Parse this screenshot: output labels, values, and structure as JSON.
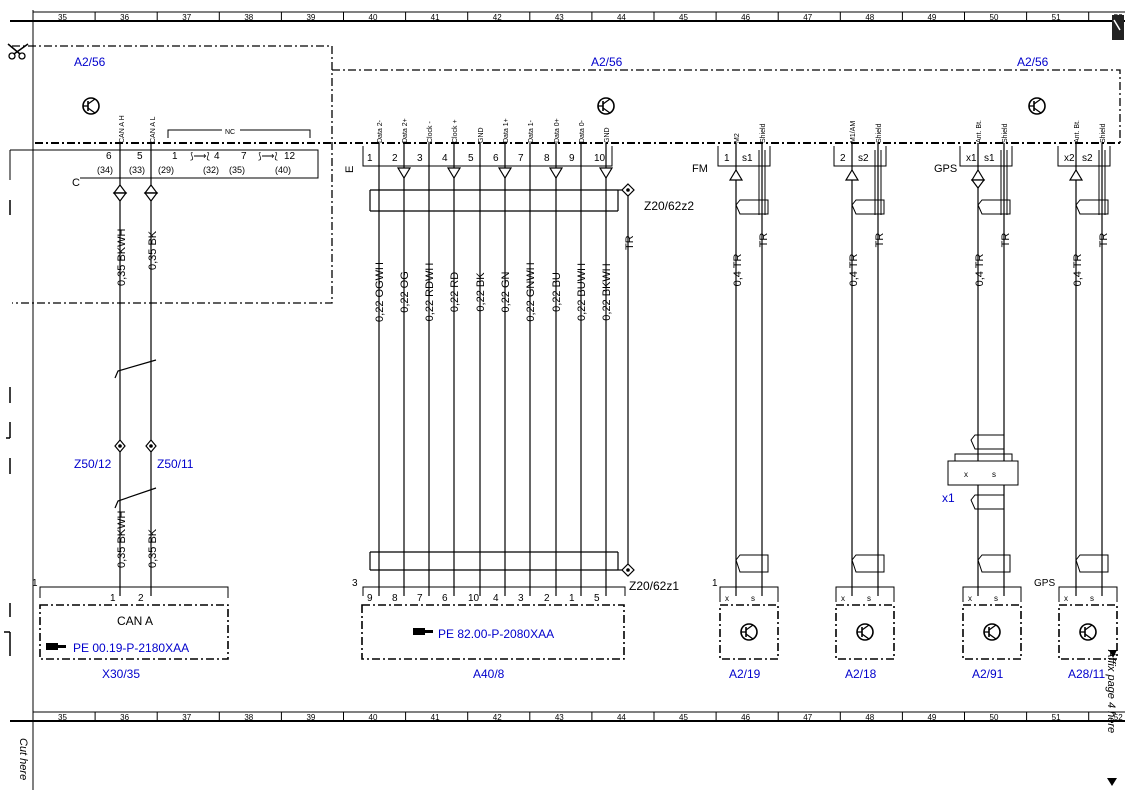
{
  "colors": {
    "line": "#000000",
    "ref": "#0000cc",
    "background": "#ffffff"
  },
  "grid": {
    "columns": [
      "35",
      "36",
      "37",
      "38",
      "39",
      "40",
      "41",
      "42",
      "43",
      "44",
      "45",
      "46",
      "47",
      "48",
      "49",
      "50",
      "51",
      "52"
    ]
  },
  "modules": {
    "left": "A2/56",
    "center": "A2/56",
    "right": "A2/56"
  },
  "left_connector": {
    "letter": "C",
    "pins": [
      "6",
      "5",
      "1",
      "4",
      "7",
      "12"
    ],
    "subpins": [
      "(34)",
      "(33)",
      "(29)",
      "(32)",
      "(35)",
      "(40)"
    ],
    "pin_labels": [
      "CAN A H",
      "CAN A L"
    ],
    "nc_label": "NC",
    "wires": [
      "0,35 BKWH",
      "0,35 BK"
    ],
    "wires_lower": [
      "0,35 BKWH",
      "0,35 BK"
    ],
    "junctions": [
      "Z50/12",
      "Z50/11"
    ],
    "bottom_pins": [
      "1",
      "2"
    ],
    "bottom_connector_num": "1",
    "device_name": "CAN A",
    "device_ref": "PE 00.19-P-2180XAA",
    "device_id": "X30/35"
  },
  "center_connector": {
    "letter": "E",
    "pins": [
      "1",
      "2",
      "3",
      "4",
      "5",
      "6",
      "7",
      "8",
      "9",
      "10"
    ],
    "pin_labels": [
      "Data 2-",
      "Data 2+",
      "Clock -",
      "Clock +",
      "GND",
      "Data 1+",
      "Data 1-",
      "Data 0+",
      "Data 0-",
      "GND"
    ],
    "wires": [
      "0,22 OGWH",
      "0,22 OG",
      "0,22 RDWH",
      "0,22 RD",
      "0,22 BK",
      "0,22 GN",
      "0,22 GNWH",
      "0,22 BU",
      "0,22 BUWH",
      "0,22 BKWH"
    ],
    "shield_wire": "TR",
    "junction_top": "Z20/62z2",
    "junction_bottom": "Z20/62z1",
    "bottom_connector_num": "3",
    "bottom_pins": [
      "9",
      "8",
      "7",
      "6",
      "10",
      "4",
      "3",
      "2",
      "1",
      "5"
    ],
    "device_ref": "PE 82.00-P-2080XAA",
    "device_id": "A40/8"
  },
  "antennas": [
    {
      "group": "FM",
      "pin": "1",
      "s": "s1",
      "labels": [
        "M2",
        "Shield"
      ],
      "wires": [
        "0,4 TR",
        "TR"
      ],
      "bottom_num": "1",
      "bottom_pins": [
        "x",
        "s"
      ],
      "device_id": "A2/19"
    },
    {
      "group": "",
      "pin": "2",
      "s": "s2",
      "labels": [
        "M1/AM",
        "Shield"
      ],
      "wires": [
        "0,4 TR",
        "TR"
      ],
      "bottom_num": "",
      "bottom_pins": [
        "x",
        "s"
      ],
      "device_id": "A2/18"
    },
    {
      "group": "GPS",
      "pin": "x1",
      "s": "s1",
      "labels": [
        "Ant. Bt.",
        "Shield"
      ],
      "wires": [
        "0,4 TR",
        "TR"
      ],
      "bottom_num": "",
      "bottom_pins": [
        "x",
        "s"
      ],
      "device_id": "A2/91"
    },
    {
      "group": "",
      "pin": "x2",
      "s": "s2",
      "labels": [
        "Ant. Bt.",
        "Shield"
      ],
      "wires": [
        "0,4 TR",
        "TR"
      ],
      "bottom_num": "GPS",
      "bottom_pins": [
        "x",
        "s"
      ],
      "device_id": "A28/11"
    }
  ],
  "x1_coupler": {
    "label": "x1",
    "pins": [
      "x",
      "s"
    ]
  },
  "margin": {
    "cut_here": "Cut here",
    "affix": "Affix page 4 here"
  }
}
